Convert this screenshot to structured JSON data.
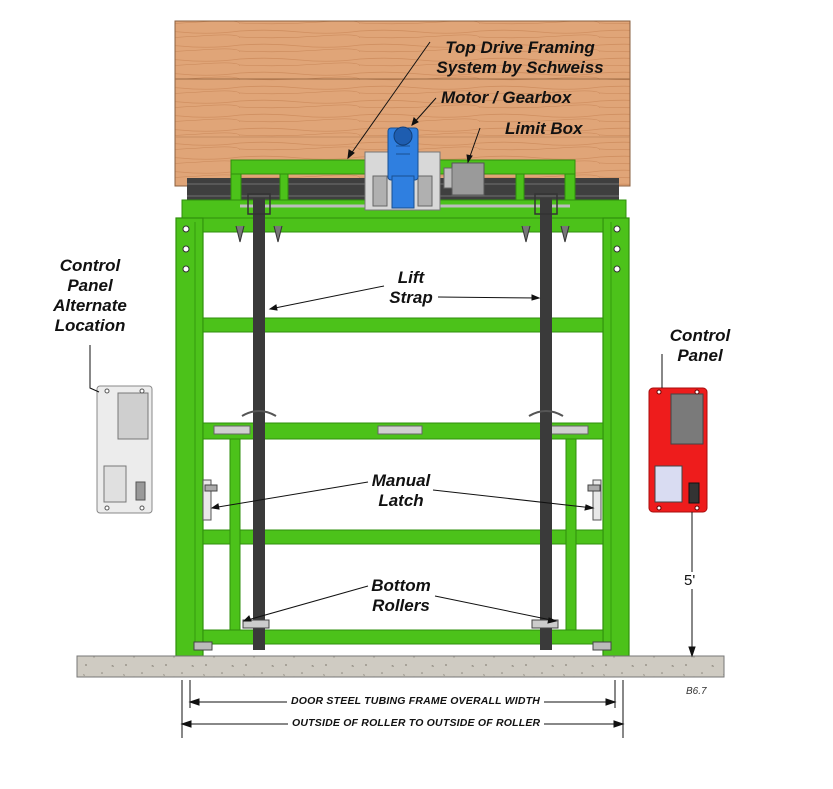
{
  "labels": {
    "top_drive_line1": "Top Drive Framing",
    "top_drive_line2": "System by Schweiss",
    "motor": "Motor / Gearbox",
    "limit_box": "Limit Box",
    "control_alt_line1": "Control",
    "control_alt_line2": "Panel",
    "control_alt_line3": "Alternate",
    "control_alt_line4": "Location",
    "control_line1": "Control",
    "control_line2": "Panel",
    "lift_line1": "Lift",
    "lift_line2": "Strap",
    "latch_line1": "Manual",
    "latch_line2": "Latch",
    "rollers_line1": "Bottom",
    "rollers_line2": "Rollers"
  },
  "dimensions": {
    "frame_width": "DOOR STEEL TUBING FRAME OVERALL WIDTH",
    "roller_width": "OUTSIDE OF ROLLER TO OUTSIDE OF ROLLER",
    "panel_height": "5'"
  },
  "drawing_ref": "B6.7",
  "colors": {
    "frame_green": "#4cc21a",
    "frame_dark": "#2f8f0c",
    "wood": "#e0a578",
    "strap": "#3a3a3a",
    "motor_blue": "#2f7fe0",
    "control_red": "#ee1c1c",
    "floor": "#cfcbc2"
  }
}
